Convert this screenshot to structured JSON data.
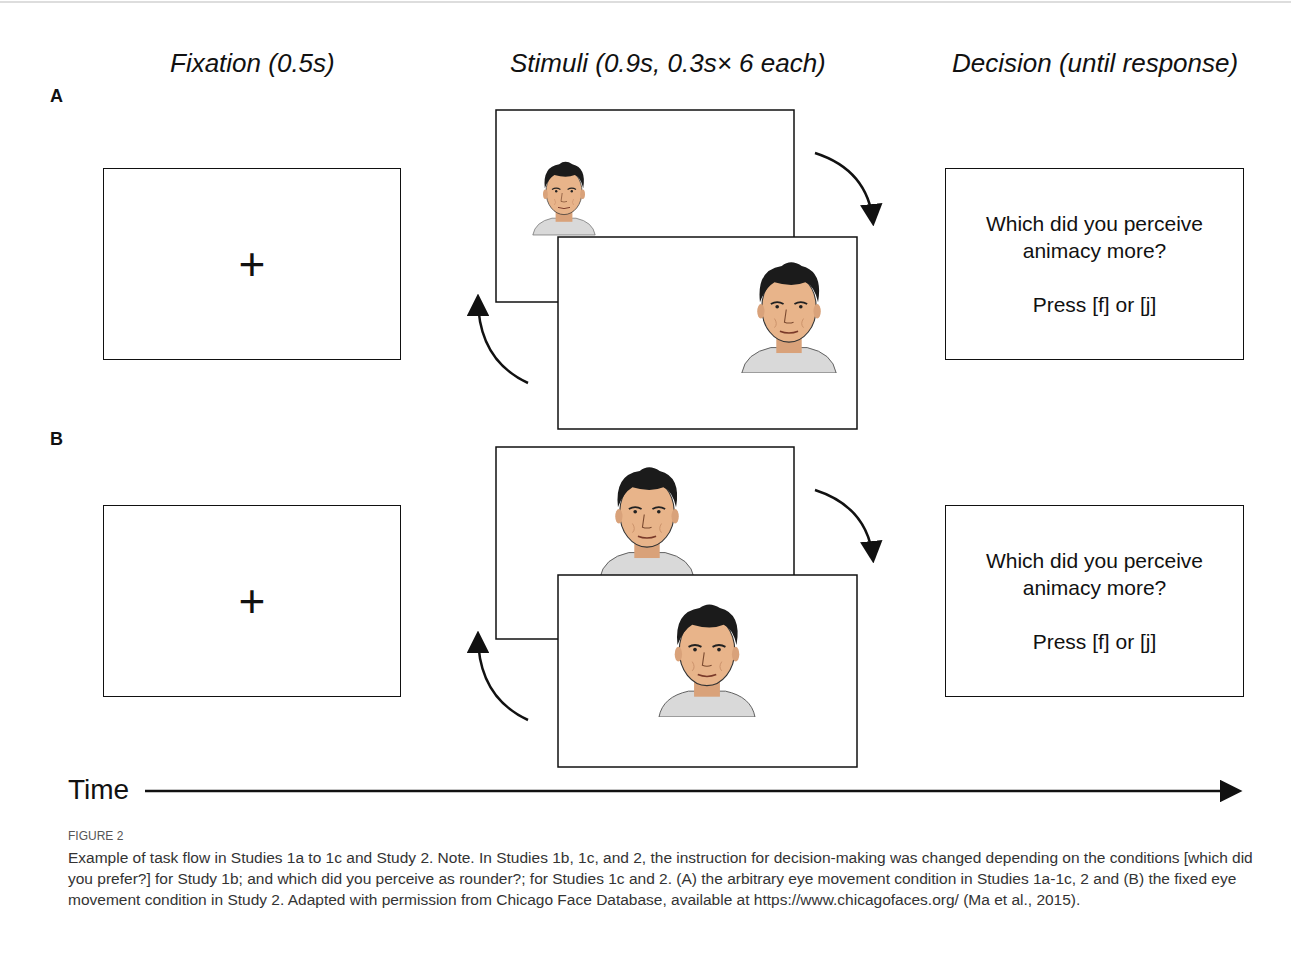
{
  "diagram": {
    "caption": "Example of task flow in Studies 1a to 1c and Study 2. Note. In Studies 1b, 1c, and 2, the instruction for decision-making was changed depending on the conditions [which did you prefer?] for Study 1b; and which did you perceive as rounder?; for Studies 1c and 2. (A) the arbitrary eye movement condition in Studies 1a-1c, 2 and (B) the fixed eye movement condition in Study 2. Adapted with permission from Chicago Face Database, available at https://www.chicagofaces.org/ (Ma et al., 2015).",
    "nodes": [
      {
        "text": [
          "+"
        ]
      },
      {
        "text": [
          "Which did you perceive animacy more?",
          "Press [f] or [j]"
        ]
      },
      {
        "text": [
          "+"
        ]
      },
      {
        "text": [
          "Which did you perceive animacy more?",
          "Press [f] or [j]"
        ]
      }
    ],
    "labels": [
      "Fixation (0.5s)",
      "Stimuli (0.9s, 0.3s× 6 each)",
      "Decision (until response)",
      "A",
      "B",
      "Time",
      "FIGURE 2"
    ]
  }
}
